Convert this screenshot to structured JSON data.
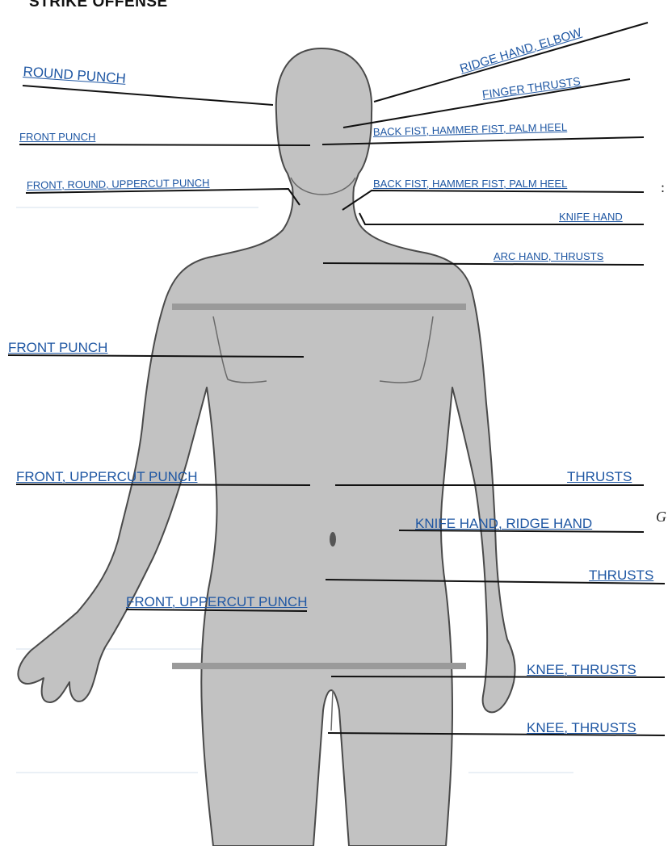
{
  "page": {
    "title": "STRIKE OFFENSE",
    "margin_marks": [
      ":",
      "G"
    ]
  },
  "colors": {
    "body_fill": "#c2c2c2",
    "body_outline": "#4a4a4a",
    "divider": "#9a9a9a",
    "label_text": "#1f57a3",
    "leader_line": "#111111"
  },
  "labels": {
    "round_punch": "Round Punch",
    "ridge_hand_elbow": "Ridge Hand, Elbow",
    "finger_thrusts": "Finger Thrusts",
    "front_punch_head": "Front Punch",
    "back_fist_face": "Back Fist, Hammer Fist, Palm Heel",
    "front_round_uppercut": "Front, Round, Uppercut Punch",
    "back_fist_neck": "Back Fist, Hammer Fist, Palm Heel",
    "knife_hand": "Knife Hand",
    "arc_hand_thrusts": "Arc Hand, Thrusts",
    "front_punch_chest": "Front Punch",
    "front_uppercut_solar": "Front, Uppercut Punch",
    "thrusts_solar": "Thrusts",
    "knife_ridge_hand": "Knife Hand, Ridge Hand",
    "thrusts_abdomen": "Thrusts",
    "front_uppercut_lower": "Front, Uppercut Punch",
    "knee_thrusts_groin": "Knee, Thrusts",
    "knee_thrusts_thigh": "Knee, Thrusts"
  }
}
